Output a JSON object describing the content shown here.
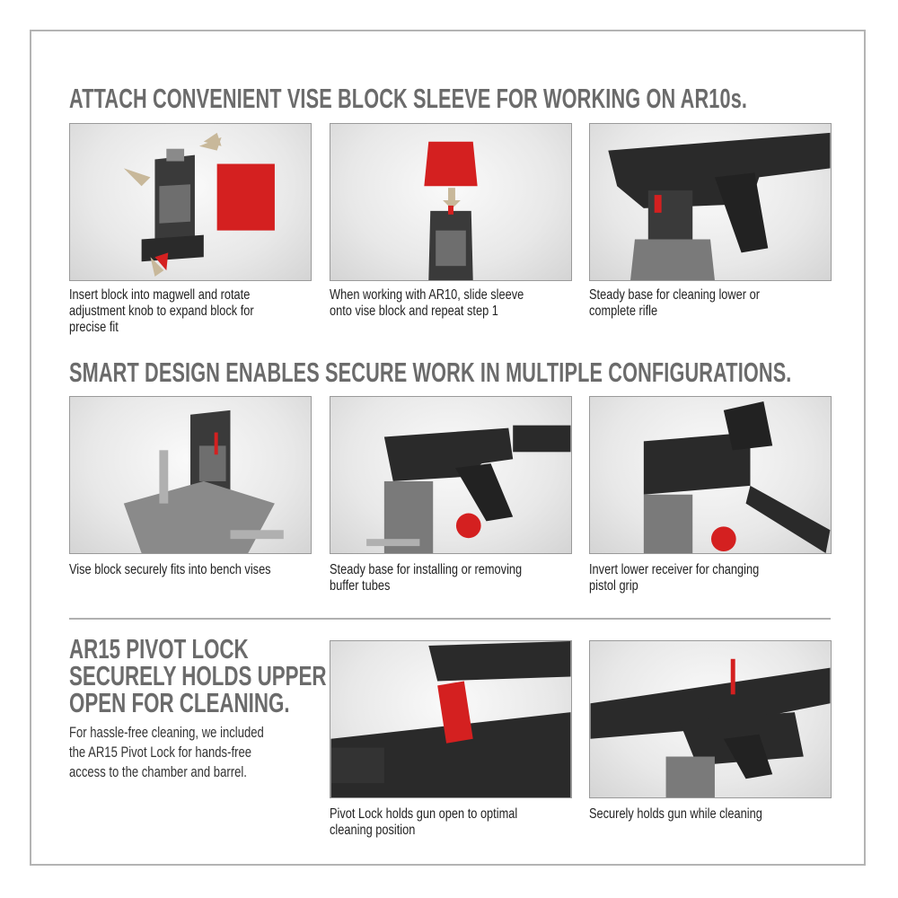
{
  "section1": {
    "heading": "ATTACH CONVENIENT VISE BLOCK SLEEVE FOR WORKING ON AR10s.",
    "panels": [
      {
        "caption": [
          "Insert block into magwell and rotate",
          "adjustment knob to expand block for",
          "precise fit"
        ]
      },
      {
        "caption": [
          "When working with AR10, slide sleeve",
          "onto vise block and repeat step 1"
        ]
      },
      {
        "caption": [
          "Steady base for cleaning lower or",
          "complete rifle"
        ]
      }
    ]
  },
  "section2": {
    "heading": "SMART DESIGN ENABLES SECURE WORK IN MULTIPLE CONFIGURATIONS.",
    "panels": [
      {
        "caption": [
          "Vise block securely fits into bench vises"
        ]
      },
      {
        "caption": [
          "Steady base for installing or removing",
          "buffer tubes"
        ]
      },
      {
        "caption": [
          "Invert lower receiver for changing",
          "pistol grip"
        ]
      }
    ]
  },
  "section3": {
    "heading": [
      "AR15 PIVOT LOCK",
      "SECURELY HOLDS UPPER",
      "OPEN FOR CLEANING."
    ],
    "body": [
      "For hassle-free cleaning, we included",
      "the AR15 Pivot Lock for hands-free",
      "access to the chamber and barrel."
    ],
    "panels": [
      {
        "caption": [
          "Pivot Lock holds gun open to optimal",
          "cleaning position"
        ]
      },
      {
        "caption": [
          "Securely holds gun while cleaning"
        ]
      }
    ]
  },
  "colors": {
    "heading": "#6b6b6b",
    "accent_red": "#d42020",
    "part_dark": "#2a2a2a",
    "part_gray": "#6e6e6e"
  }
}
